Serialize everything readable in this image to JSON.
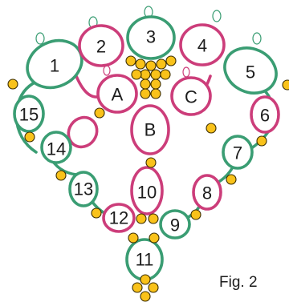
{
  "rings": [
    {
      "label": "1"
    },
    {
      "label": "2"
    },
    {
      "label": "3"
    },
    {
      "label": "4"
    },
    {
      "label": "5"
    },
    {
      "label": "6"
    },
    {
      "label": "7"
    },
    {
      "label": "8"
    },
    {
      "label": "9"
    },
    {
      "label": "10"
    },
    {
      "label": "11"
    },
    {
      "label": "12"
    },
    {
      "label": "13"
    },
    {
      "label": "14"
    },
    {
      "label": "15"
    },
    {
      "label": "A"
    },
    {
      "label": "B"
    },
    {
      "label": "C"
    }
  ],
  "caption": "Fig. 2",
  "colors": {
    "pink": "#cc3d7a",
    "green": "#3a9d73",
    "bead": "#f9c21a",
    "bead_outline": "#3b2d00"
  }
}
